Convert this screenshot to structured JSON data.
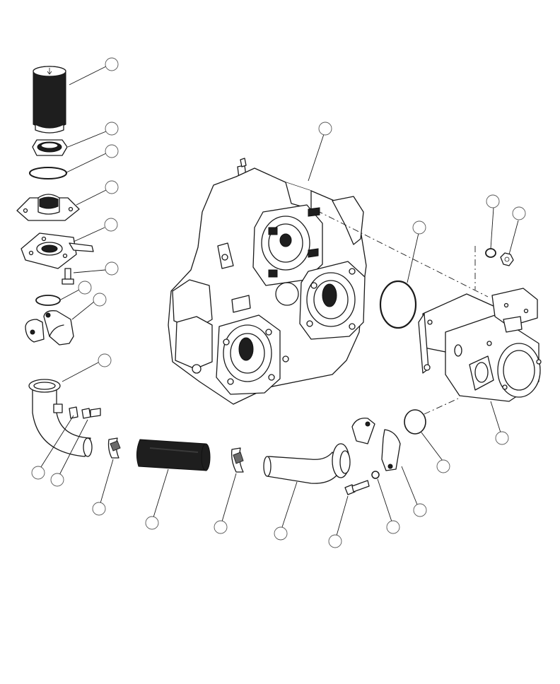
{
  "diagram": {
    "background": "#ffffff",
    "line_color": "#1a1a1a",
    "callouts": [
      {
        "id": "filter-element",
        "label": ""
      },
      {
        "id": "filter-nut",
        "label": ""
      },
      {
        "id": "filter-o-ring",
        "label": ""
      },
      {
        "id": "filter-head",
        "label": ""
      },
      {
        "id": "mounting-bracket",
        "label": ""
      },
      {
        "id": "bracket-bolt",
        "label": ""
      },
      {
        "id": "small-o-ring",
        "label": ""
      },
      {
        "id": "split-flange-left",
        "label": ""
      },
      {
        "id": "suction-elbow",
        "label": ""
      },
      {
        "id": "elbow-plug",
        "label": ""
      },
      {
        "id": "elbow-fitting",
        "label": ""
      },
      {
        "id": "hose-clamp-left",
        "label": ""
      },
      {
        "id": "suction-hose",
        "label": ""
      },
      {
        "id": "hose-clamp-right",
        "label": ""
      },
      {
        "id": "suction-tube",
        "label": ""
      },
      {
        "id": "flange-bolt",
        "label": ""
      },
      {
        "id": "flange-washer",
        "label": ""
      },
      {
        "id": "split-flange-right",
        "label": ""
      },
      {
        "id": "pump-o-ring",
        "label": ""
      },
      {
        "id": "hydraulic-pump",
        "label": ""
      },
      {
        "id": "pump-washer",
        "label": ""
      },
      {
        "id": "pump-nut",
        "label": ""
      },
      {
        "id": "gearbox-o-ring",
        "label": ""
      },
      {
        "id": "pump-drive-gearbox",
        "label": ""
      }
    ]
  }
}
